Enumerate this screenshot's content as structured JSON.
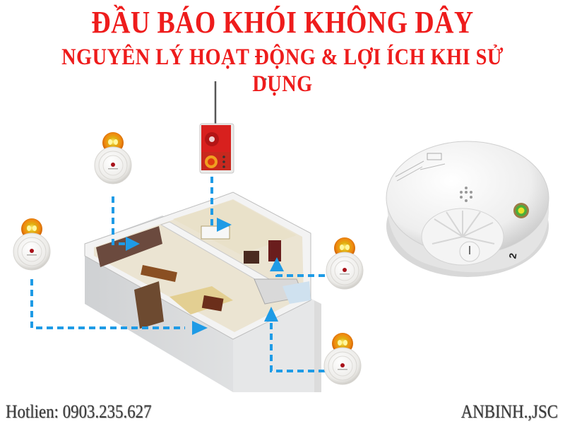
{
  "header": {
    "title": "ĐẦU BÁO KHÓI KHÔNG DÂY",
    "subtitle": "NGUYÊN LÝ HOẠT ĐỘNG & LỢI ÍCH KHI SỬ DỤNG"
  },
  "footer": {
    "hotline": "Hotlien: 0903.235.627",
    "brand": "ANBINH.,JSC"
  },
  "diagram": {
    "central_unit": "wireless-alarm-panel",
    "main_product": "wireless-smoke-heat-detector",
    "main_product_label": "2",
    "detectors": [
      {
        "id": "detector-top-left",
        "position": "top-left"
      },
      {
        "id": "detector-left",
        "position": "left"
      },
      {
        "id": "detector-right-upper",
        "position": "right-upper"
      },
      {
        "id": "detector-right-lower",
        "position": "right-lower"
      }
    ],
    "house": "3d-floor-plan"
  },
  "colors": {
    "title": "#ee1c1c",
    "connection_line": "#1e9be6",
    "beacon": "#f08a10",
    "footer_text": "#3a3a3a"
  }
}
